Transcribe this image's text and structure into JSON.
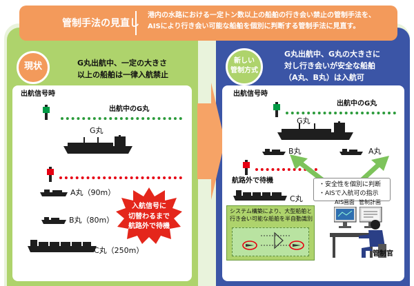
{
  "header": {
    "title": "管制手法の見直し",
    "description_line1": "港内の水路における一定トン数以上の船舶の行き会い禁止の管制手法を、",
    "description_line2": "AISにより行き会い可能な船舶を個別に判断する管制手法に見直す。"
  },
  "current": {
    "badge": "現状",
    "summary_line1": "G丸出航中、一定の大きさ",
    "summary_line2": "以上の船舶は一律入航禁止",
    "signal_label": "出航信号時",
    "departing_label": "出航中のG丸",
    "ships": {
      "g": "G丸",
      "a": "A丸（90m）",
      "b": "B丸（80m）",
      "c": "C丸（250m）"
    },
    "alert_line1": "入航信号に",
    "alert_line2": "切替わるまで",
    "alert_line3": "航路外で待機"
  },
  "new": {
    "badge_line1": "新しい",
    "badge_line2": "管制方式",
    "summary_line1": "G丸出航中、G丸の大きさに",
    "summary_line2": "対し行き会いが安全な船舶",
    "summary_line3": "（A丸、B丸）は入航可",
    "signal_label": "出航信号時",
    "departing_label": "出航中のG丸",
    "ships": {
      "g": "G丸",
      "b": "B丸",
      "a": "A丸",
      "c": "C丸"
    },
    "waiting_label": "航路外で待機",
    "judge_line1": "・安全性を個別に判断",
    "judge_line2": "・AISで入航可の指示",
    "system_line1": "システム構築により、大型船舶と",
    "system_line2": "行き会い可能な船舶を半自動識別",
    "ais_screen_label": "AIS画面",
    "control_plan_label": "管制計画",
    "controller_label": "管制官"
  },
  "colors": {
    "orange": "#f39a5b",
    "green_panel": "#aed36c",
    "blue_panel": "#3b55a6",
    "red_alert": "#e4261b",
    "green_arrow": "#7dc35b",
    "signal_green": "#009944",
    "signal_red": "#e60012",
    "ship_dark": "#1e1e1e"
  }
}
